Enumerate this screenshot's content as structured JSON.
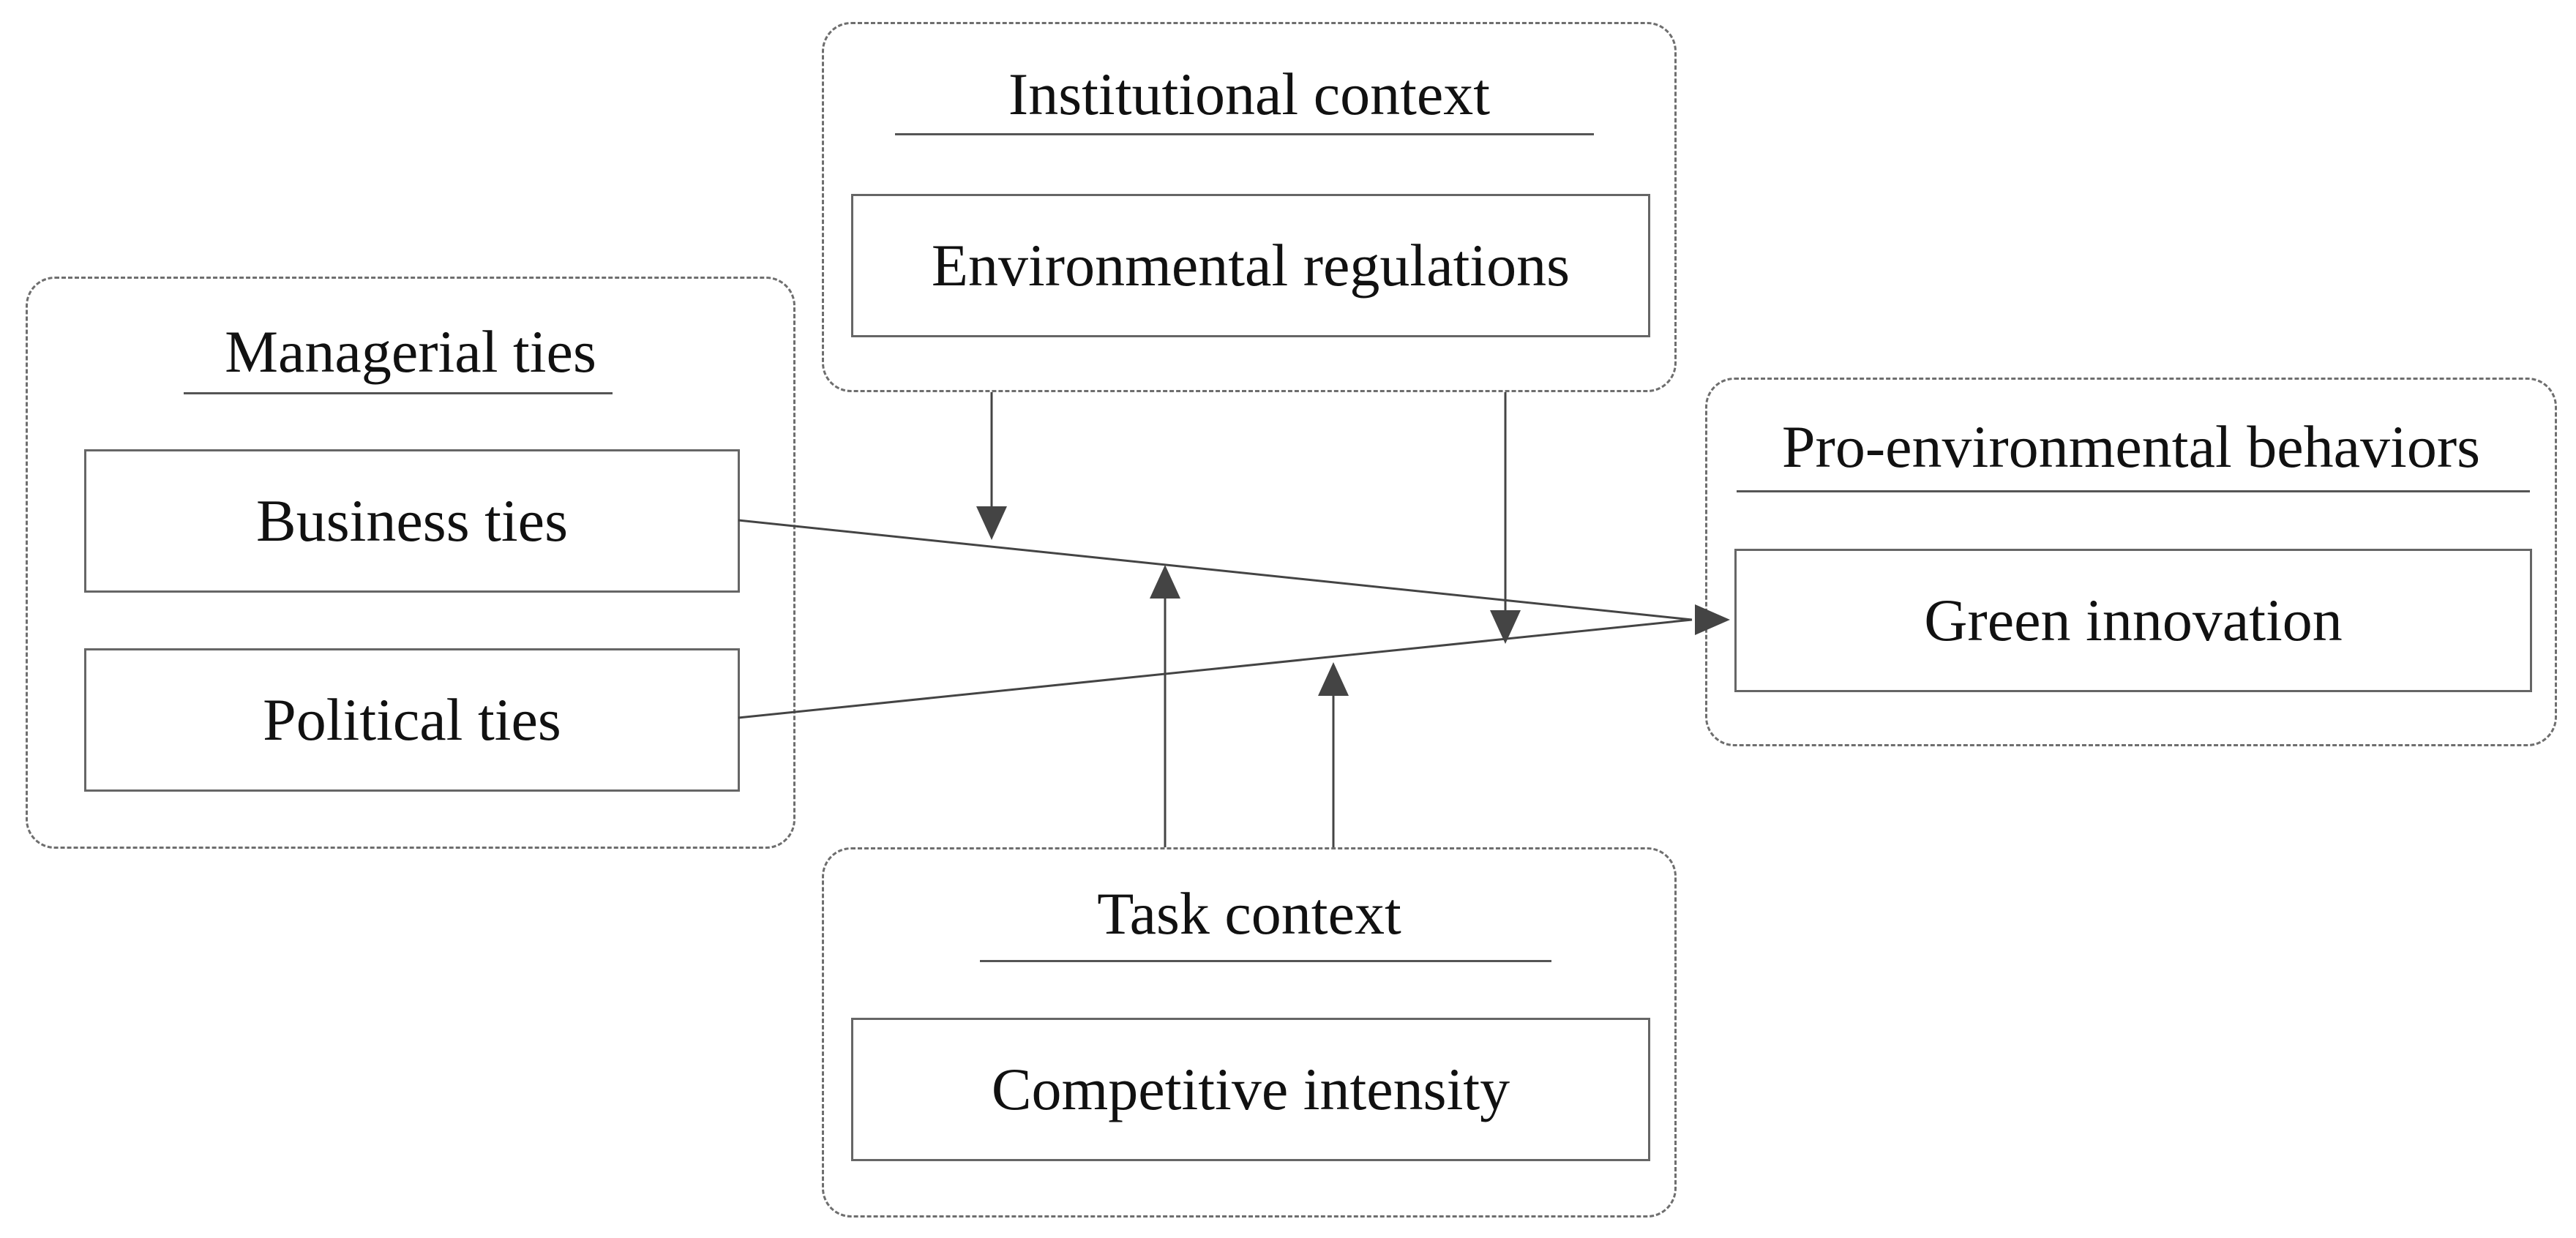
{
  "groups": {
    "institutional": {
      "title": "Institutional context",
      "variable": "Environmental regulations"
    },
    "managerial": {
      "title": "Managerial ties",
      "variables": [
        "Business ties",
        "Political ties"
      ]
    },
    "pro_environmental": {
      "title": "Pro-environmental behaviors",
      "variable": "Green innovation"
    },
    "task": {
      "title": "Task context",
      "variable": "Competitive intensity"
    }
  },
  "colors": {
    "line": "#444444",
    "dashed_border": "#6e6e6e",
    "box_border": "#666666"
  }
}
